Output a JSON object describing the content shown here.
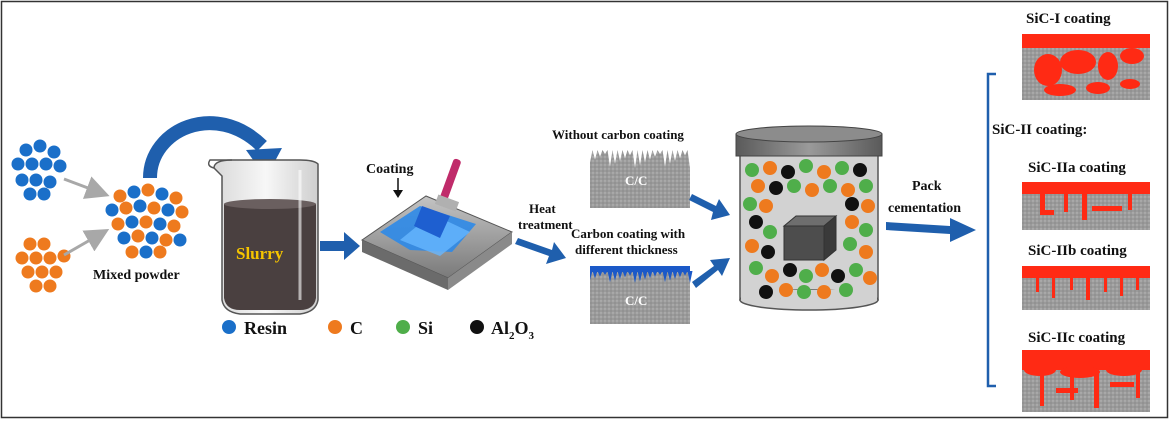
{
  "labels": {
    "mixed_powder": "Mixed powder",
    "slurry": "Slurry",
    "coating": "Coating",
    "heat": "Heat",
    "treatment": "treatment",
    "without_carbon": "Without carbon coating",
    "cc_top": "C/C",
    "carbon_coating_line1": "Carbon coating with",
    "carbon_coating_line2": "different thickness",
    "cc_bottom": "C/C",
    "pack": "Pack",
    "cementation": "cementation",
    "sic_i": "SiC-I coating",
    "sic_ii": "SiC-II coating:",
    "sic_iia": "SiC-IIa coating",
    "sic_iib": "SiC-IIb coating",
    "sic_iic": "SiC-IIc coating"
  },
  "legend": {
    "resin": "Resin",
    "c": "C",
    "si": "Si",
    "al2o3_main": "Al",
    "al2o3_sub1": "2",
    "al2o3_mid": "O",
    "al2o3_sub2": "3"
  },
  "colors": {
    "resin": "#1a6fc9",
    "carbon": "#ee7a1e",
    "silicon": "#4fae4a",
    "alumina": "#111111",
    "arrow": "#1f5fad",
    "coating_red": "#ff2a14",
    "substrate_gray": "#9c9c9c",
    "slurry_text": "#f5c400"
  },
  "icons": [
    "beaker-icon",
    "brush-icon",
    "crucible-icon"
  ]
}
